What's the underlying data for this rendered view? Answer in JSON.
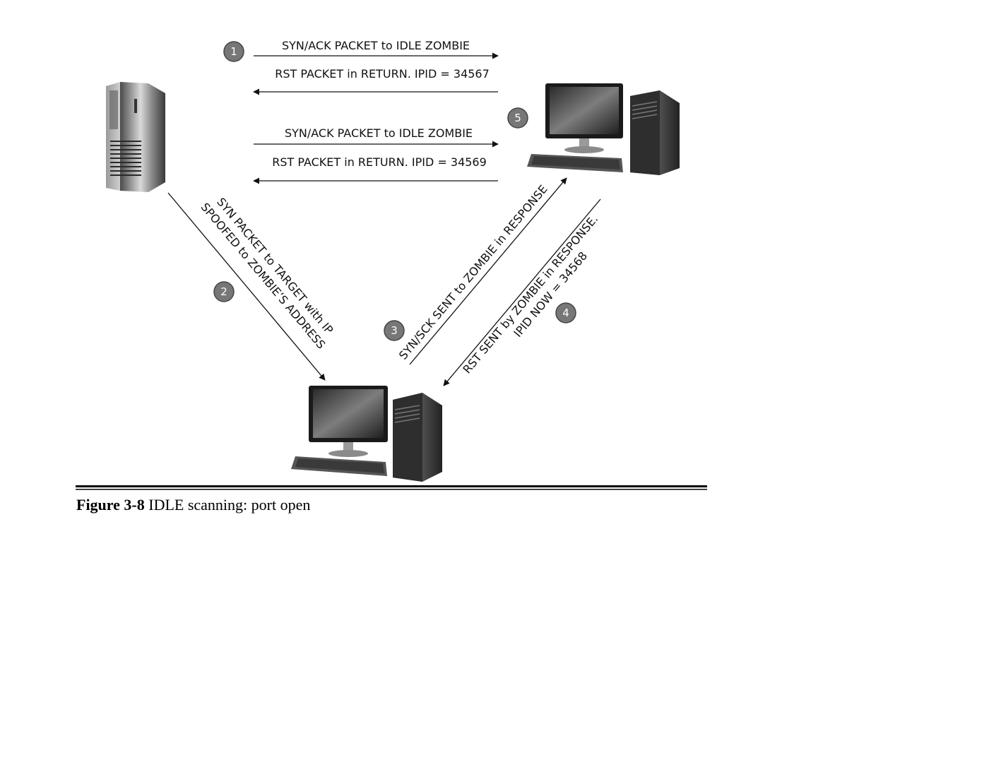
{
  "steps": {
    "s1": "1",
    "s2": "2",
    "s3": "3",
    "s4": "4",
    "s5": "5"
  },
  "labels": {
    "arrow1_top": "SYN/ACK PACKET to IDLE ZOMBIE",
    "arrow1_return": "RST PACKET in RETURN. IPID = 34567",
    "arrow5_top": "SYN/ACK PACKET to IDLE ZOMBIE",
    "arrow5_return": "RST PACKET in RETURN. IPID = 34569",
    "arrow2_line1": "SYN PACKET to TARGET with IP",
    "arrow2_line2": "SPOOFED to ZOMBIE’S ADDRESS",
    "arrow3": "SYN/SCK SENT to ZOMBIE in RESPONSE",
    "arrow4_line1": "RST SENT by ZOMBIE in RESPONSE.",
    "arrow4_line2": "IPID NOW = 34568"
  },
  "caption": {
    "figure": "Figure 3-8",
    "text": " IDLE scanning: port open"
  }
}
